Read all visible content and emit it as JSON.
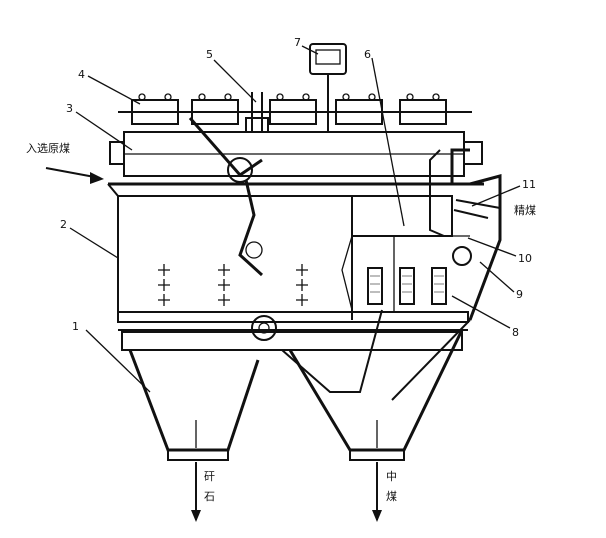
{
  "labels": {
    "n1": "1",
    "n2": "2",
    "n3": "3",
    "n4": "4",
    "n5": "5",
    "n6": "6",
    "n7": "7",
    "n8": "8",
    "n9": "9",
    "n10": "10",
    "n11": "11",
    "feed": "入选原煤",
    "concentrate": "精煤",
    "gangue_1": "矸",
    "gangue_2": "石",
    "middling_1": "中",
    "middling_2": "煤"
  }
}
